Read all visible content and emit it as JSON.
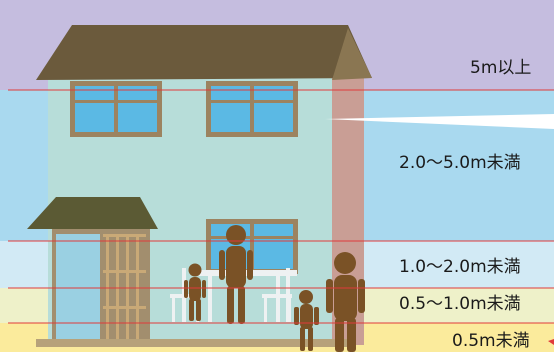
{
  "levels": [
    {
      "label": "5m以上",
      "band_color": "#c5bddf"
    },
    {
      "label": "2.0～5.0m未満",
      "band_color": "#a9d9ef"
    },
    {
      "label": "1.0～2.0m未満",
      "band_color": "#d2eaf5"
    },
    {
      "label": "0.5～1.0m未満",
      "band_color": "#eef1c9"
    },
    {
      "label": "0.5m未満",
      "band_color": "#fbeb9c"
    }
  ],
  "colors": {
    "level_line": "#e03a3a",
    "house_wall": "#b7ddd9",
    "roof": "#6b5a3c",
    "window_frame": "#9c8360",
    "window_glass": "#5bb9e4",
    "person": "#7a5226"
  }
}
